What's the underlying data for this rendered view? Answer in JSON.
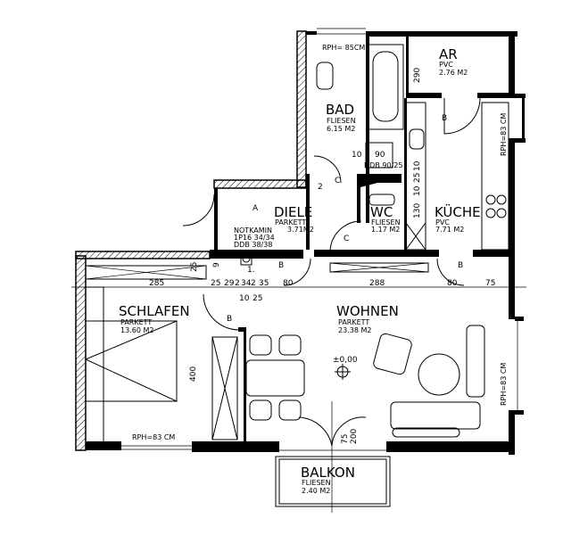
{
  "rooms": {
    "bad": {
      "name": "BAD",
      "floor": "FLIESEN",
      "area": "6.15 M2"
    },
    "ar": {
      "name": "AR",
      "floor": "PVC",
      "area": "2.76 M2"
    },
    "diele": {
      "name": "DIELE",
      "floor": "PARKETT",
      "area": "3.71M2"
    },
    "wc": {
      "name": "WC",
      "floor": "FLIESEN",
      "area": "1.17 M2"
    },
    "kueche": {
      "name": "KÜCHE",
      "floor": "PVC",
      "area": "7.71 M2"
    },
    "schlafen": {
      "name": "SCHLAFEN",
      "floor": "PARKETT",
      "area": "13.60 M2"
    },
    "wohnen": {
      "name": "WOHNEN",
      "floor": "PARKETT",
      "area": "23.38 M2"
    },
    "balkon": {
      "name": "BALKON",
      "floor": "FLIESEN",
      "area": "2.40 M2"
    }
  },
  "notes": {
    "rph_bad": "RPH= 85CM",
    "rph_kueche": "RPH=83 CM",
    "rph_wohnen": "RPH=83 CM",
    "rph_schlafen": "RPH=83 CM",
    "ddb_bad": "DDB 90/25",
    "notkamin": "NOTKAMIN",
    "notkamin_size": "1P16 34/34",
    "notkamin_ddb": "DDB 38/38",
    "level": "±0,00"
  },
  "dimensions": {
    "d290": "290",
    "d10": "10",
    "d90": "90",
    "d130": "130",
    "d10b": "10",
    "d25": "25",
    "d10c": "10",
    "d285": "285",
    "d25a": "25",
    "d29": "29",
    "d2": "2",
    "d34": "34",
    "d2b": "2",
    "d35": "35",
    "d80a": "80",
    "d288": "288",
    "d80b": "80",
    "d75": "75",
    "d400": "400",
    "d25v": "25",
    "d9": "9",
    "d10s": "10",
    "d25s": "25",
    "d1": "1.",
    "d75b": "75",
    "d200": "200",
    "d2w": "2"
  },
  "door_marks": {
    "a": "A",
    "b": "B",
    "c": "C"
  }
}
